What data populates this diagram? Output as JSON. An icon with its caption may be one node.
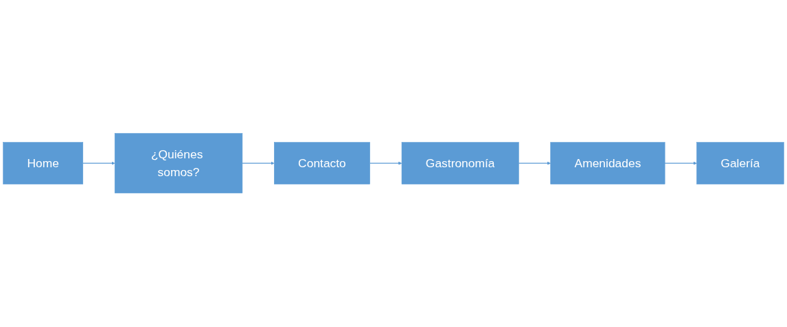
{
  "diagram": {
    "nodes": [
      {
        "text": [
          "Home"
        ]
      },
      {
        "text": [
          "¿Quiénes somos?"
        ]
      },
      {
        "text": [
          "Contacto"
        ]
      },
      {
        "text": [
          "Gastronomía"
        ]
      },
      {
        "text": [
          "Amenidades"
        ]
      },
      {
        "text": [
          "Galería"
        ]
      }
    ],
    "edges": [
      {
        "from": 0,
        "to": 1,
        "arrow": "to"
      },
      {
        "from": 1,
        "to": 2,
        "arrow": "to"
      },
      {
        "from": 2,
        "to": 3,
        "arrow": "to"
      },
      {
        "from": 3,
        "to": 4,
        "arrow": "to"
      },
      {
        "from": 4,
        "to": 5,
        "arrow": "to"
      }
    ]
  }
}
